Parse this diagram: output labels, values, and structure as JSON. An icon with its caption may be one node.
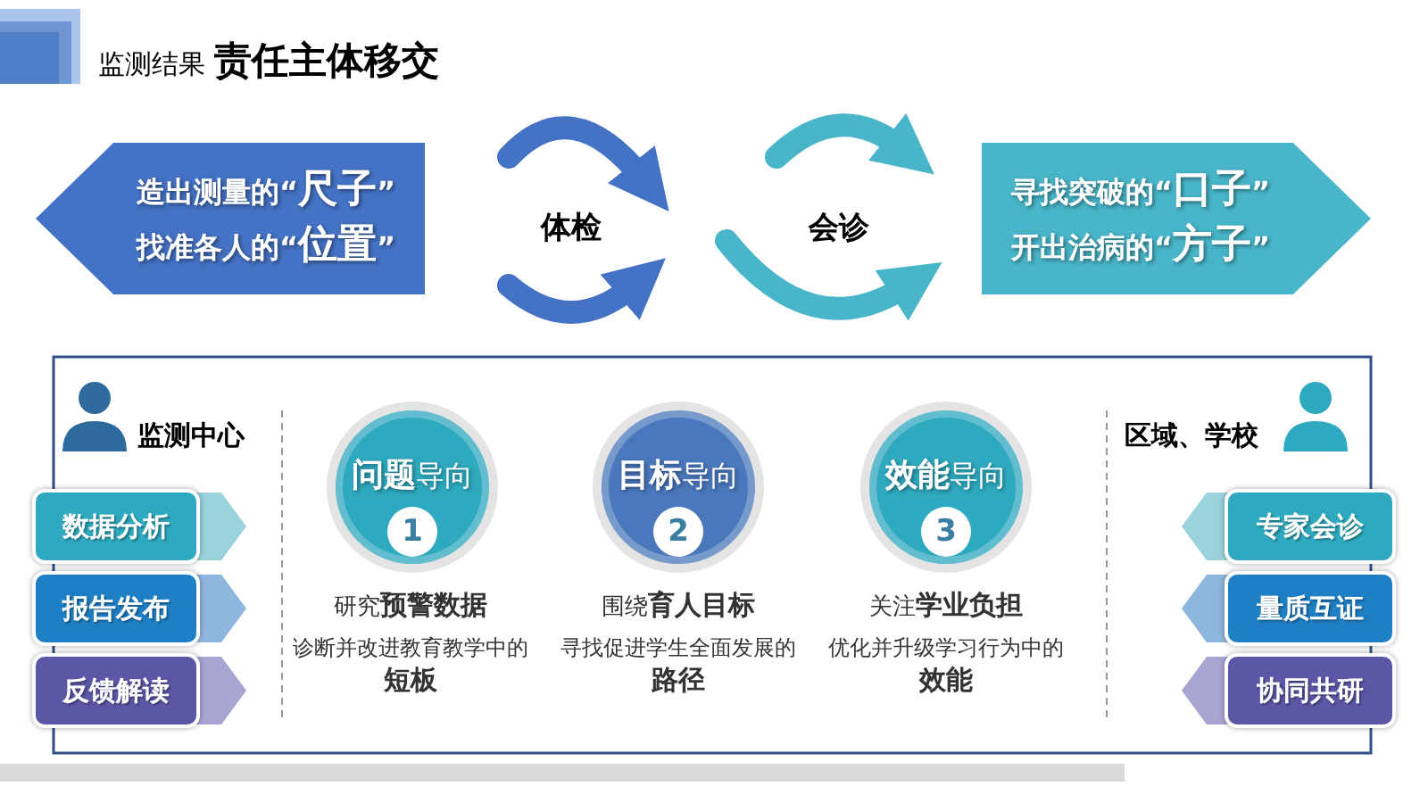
{
  "diagram": {
    "title": "监测结果 **责任主体移交**",
    "nodes": [
      {
        "text": [
          "造出测量的“**尺子**” 找准各人的“**位置**”"
        ]
      },
      {
        "text": [
          "寻找突破的“**口子**” 开出治病的“**方子**”"
        ]
      },
      {
        "text": [
          "数据分析"
        ]
      },
      {
        "text": [
          "报告发布"
        ]
      },
      {
        "text": [
          "反馈解读"
        ]
      },
      {
        "text": [
          "**问题**导向",
          "1"
        ],
        "beside": [
          "研究**预警数据**",
          "诊断并改进教育教学中的**短板**"
        ]
      },
      {
        "text": [
          "**目标**导向",
          "2"
        ],
        "beside": [
          "围绕**育人目标**",
          "寻找促进学生全面发展的**路径**"
        ]
      },
      {
        "text": [
          "**效能**导向",
          "3"
        ],
        "beside": [
          "关注**学业负担**",
          "优化并升级学习行为中的**效能**"
        ]
      },
      {
        "text": [
          "专家会诊"
        ]
      },
      {
        "text": [
          "量质互证"
        ]
      },
      {
        "text": [
          "协同共研"
        ]
      }
    ],
    "labels": [
      "体检",
      "会诊",
      "监测中心",
      "区域、学校"
    ]
  }
}
